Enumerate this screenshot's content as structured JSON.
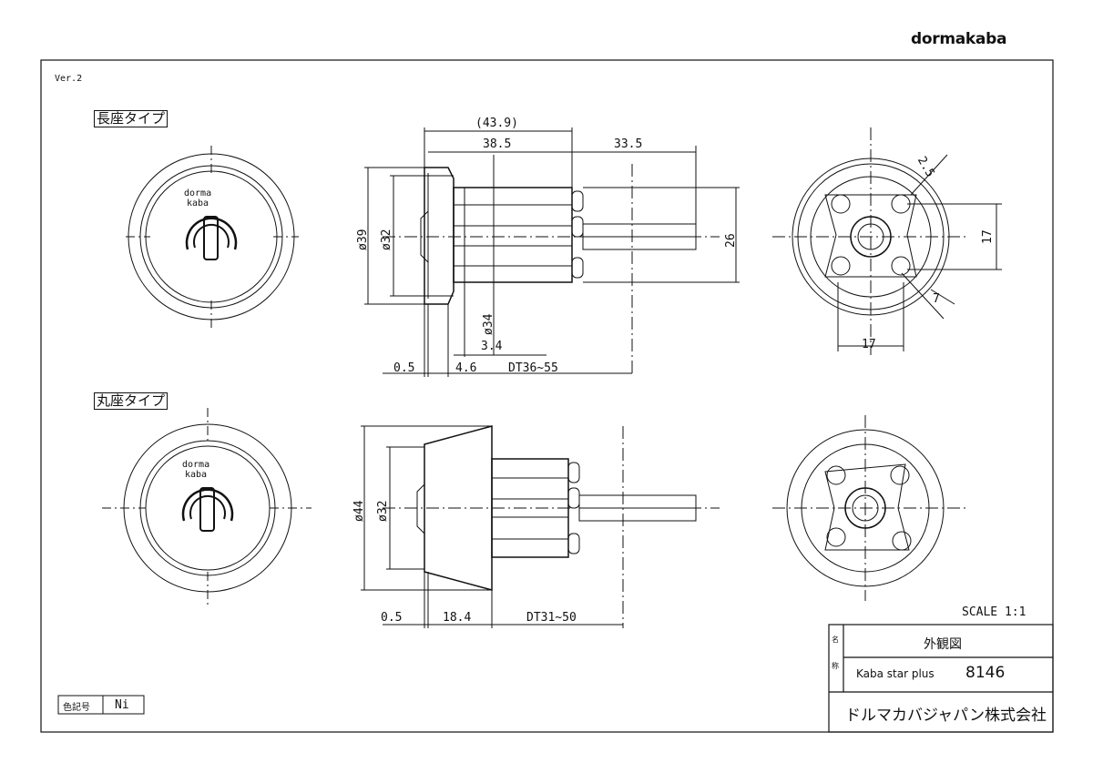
{
  "brand": "dormakaba",
  "version": "Ver.2",
  "sections": [
    {
      "label": "長座タイプ"
    },
    {
      "label": "丸座タイプ"
    }
  ],
  "face_logo": {
    "line1": "dorma",
    "line2": "kaba"
  },
  "dimensions_top": {
    "overall": "(43.9)",
    "body": "38.5",
    "spindle": "33.5",
    "d39": "ø39",
    "d32": "ø32",
    "d34": "ø34",
    "h26": "26",
    "flange": "0.5",
    "t46": "4.6",
    "t34": "3.4",
    "door": "DT36~55",
    "rear_25": "2.5",
    "rear_17v": "17",
    "rear_17h": "17",
    "rear_7": "7"
  },
  "dimensions_bottom": {
    "d44": "ø44",
    "d32": "ø32",
    "flange": "0.5",
    "body": "18.4",
    "door": "DT31~50"
  },
  "scale": "SCALE  1:1",
  "title_block": {
    "name_label": "名",
    "title_label": "称",
    "drawing_name": "外観図",
    "product": "Kaba star plus",
    "part_no": "8146",
    "company": "ドルマカバジャパン株式会社"
  },
  "color_code": {
    "label": "色記号",
    "value": "Ni"
  }
}
